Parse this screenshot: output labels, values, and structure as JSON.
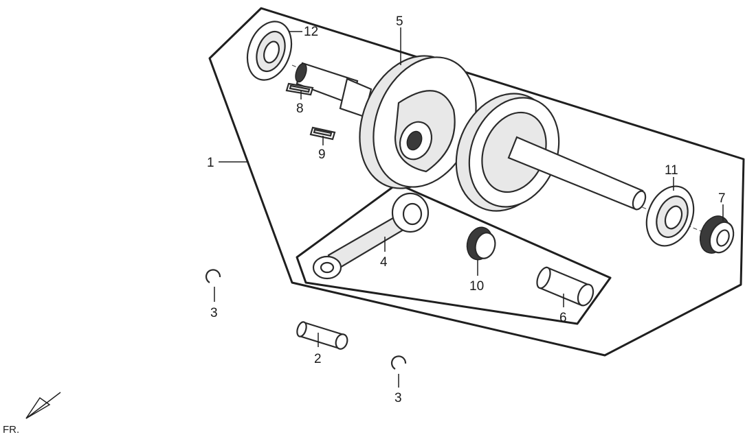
{
  "callouts": [
    {
      "id": "c1",
      "label": "1"
    },
    {
      "id": "c2",
      "label": "2"
    },
    {
      "id": "c3a",
      "label": "3"
    },
    {
      "id": "c3b",
      "label": "3"
    },
    {
      "id": "c4",
      "label": "4"
    },
    {
      "id": "c5",
      "label": "5"
    },
    {
      "id": "c6",
      "label": "6"
    },
    {
      "id": "c7",
      "label": "7"
    },
    {
      "id": "c8",
      "label": "8"
    },
    {
      "id": "c9",
      "label": "9"
    },
    {
      "id": "c10",
      "label": "10"
    },
    {
      "id": "c11",
      "label": "11"
    },
    {
      "id": "c12",
      "label": "12"
    }
  ],
  "orientation": {
    "label": "FR."
  },
  "colors": {
    "line": "#1f1f1f",
    "fill_light": "#e8e8e8",
    "background": "#ffffff"
  }
}
